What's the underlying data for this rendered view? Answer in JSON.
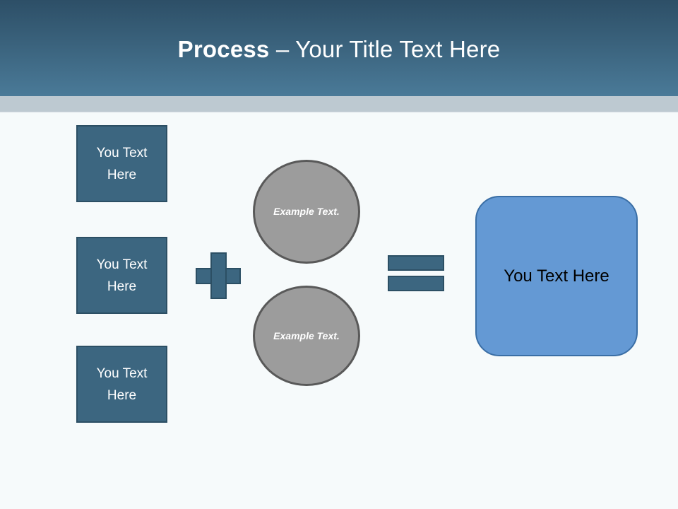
{
  "slide": {
    "title": {
      "bold_part": "Process",
      "regular_part": " – Your Title Text Here"
    },
    "theme": {
      "header_top_color": "#2d4f67",
      "header_bottom_color": "#4a7a98",
      "accent_band_color": "#bdc9d1",
      "body_background_color": "#f6fafb",
      "box_fill_color": "#3c6680",
      "box_border_color": "#2c4f64",
      "circle_fill_color": "#9c9c9c",
      "circle_border_color": "#595959",
      "result_fill_color": "#6499d4",
      "result_border_color": "#3a6ea5",
      "title_text_color": "#ffffff",
      "result_text_color": "#000000"
    }
  },
  "diagram": {
    "input_boxes": [
      {
        "label": "You Text Here"
      },
      {
        "label": "You Text Here"
      },
      {
        "label": "You Text Here"
      }
    ],
    "plus_operator": {
      "symbol": "+",
      "icon": "plus-icon"
    },
    "circles": [
      {
        "label": "Example Text."
      },
      {
        "label": "Example Text."
      }
    ],
    "equals_operator": {
      "symbol": "=",
      "icon": "equals-icon"
    },
    "result": {
      "label": "You Text Here"
    }
  }
}
